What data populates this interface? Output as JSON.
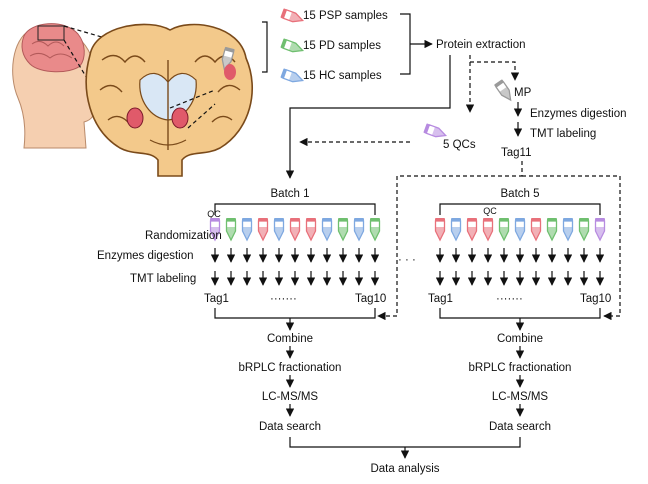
{
  "samples": {
    "psp": "15 PSP samples",
    "pd": "15 PD samples",
    "hc": "15 HC samples"
  },
  "steps": {
    "protein_extraction": "Protein extraction",
    "mp": "MP",
    "enzymes_digestion": "Enzymes digestion",
    "tmt_labeling": "TMT labeling",
    "tag11": "Tag11",
    "qcs": "5 QCs",
    "randomization": "Randomization",
    "combine": "Combine",
    "fractionation": "bRPLC fractionation",
    "lcms": "LC-MS/MS",
    "data_search": "Data search",
    "data_analysis": "Data analysis"
  },
  "batches": {
    "batch1": "Batch 1",
    "batch5": "Batch 5",
    "qc": "QC",
    "tag1": "Tag1",
    "tag10": "Tag10",
    "dots": "·······",
    "between": "· · ·"
  },
  "colors": {
    "psp": "#e8707a",
    "pd": "#6fbf6f",
    "hc": "#7ea8e0",
    "qc": "#b78be0",
    "mp": "#9a9a9a",
    "brain_fill": "#f3c98b",
    "brain_outline": "#7a4a1a",
    "skin": "#f5cfb0"
  }
}
